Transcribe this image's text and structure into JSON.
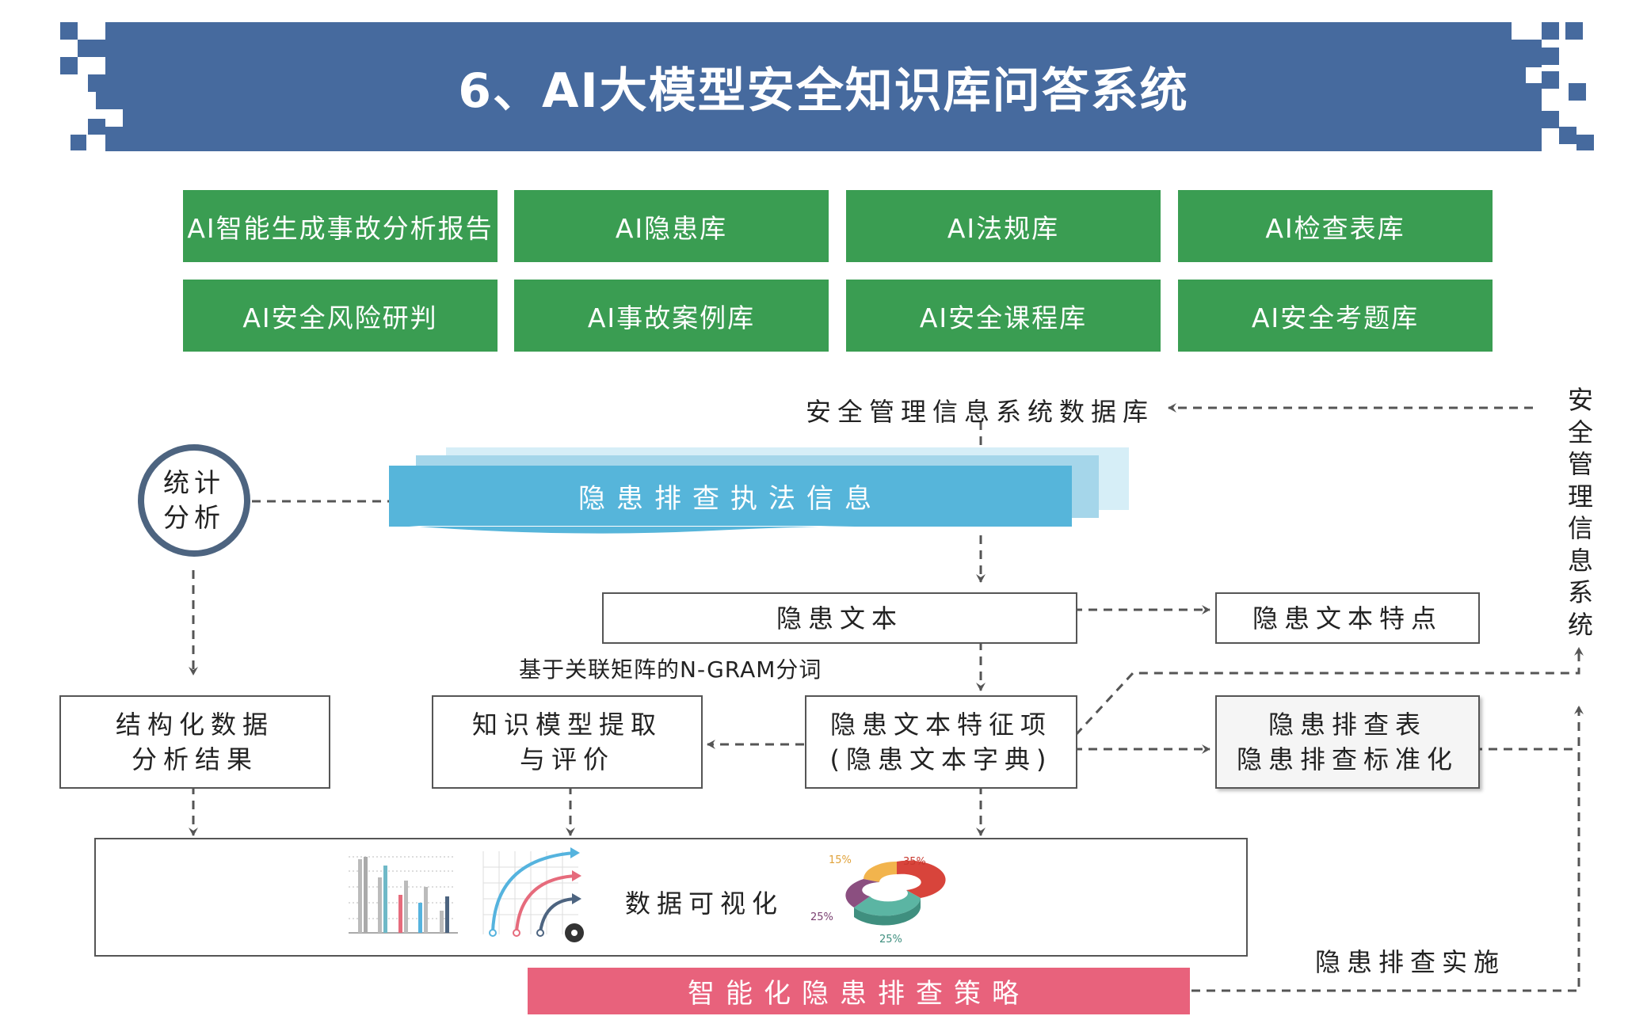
{
  "title": "6、AI大模型安全知识库问答系统",
  "top_buttons": [
    "AI智能生成事故分析报告",
    "AI隐患库",
    "AI法规库",
    "AI检查表库",
    "AI安全风险研判",
    "AI事故案例库",
    "AI安全课程库",
    "AI安全考题库"
  ],
  "database_label": "安全管理信息系统数据库",
  "side_system_label": "安全管理信息系统",
  "circle": {
    "line1": "统计",
    "line2": "分析"
  },
  "hazard_info": "隐患排查执法信息",
  "hazard_text": "隐患文本",
  "hazard_text_features": "隐患文本特点",
  "ngram_label": "基于关联矩阵的N-GRAM分词",
  "structured_result": {
    "line1": "结构化数据",
    "line2": "分析结果"
  },
  "knowledge_model": {
    "line1": "知识模型提取",
    "line2": "与评价"
  },
  "feature_items": {
    "line1": "隐患文本特征项",
    "line2": "(隐患文本字典)"
  },
  "checklist": {
    "line1": "隐患排查表",
    "line2": "隐患排查标准化"
  },
  "visualization_label": "数据可视化",
  "donut_labels": [
    "15%",
    "35%",
    "25%",
    "25%"
  ],
  "implementation_label": "隐患排查实施",
  "strategy_label": "智能化隐患排查策略",
  "colors": {
    "banner": "#466a9e",
    "green": "#3a9d52",
    "blue": "#56b5da",
    "pink": "#e8627c"
  }
}
